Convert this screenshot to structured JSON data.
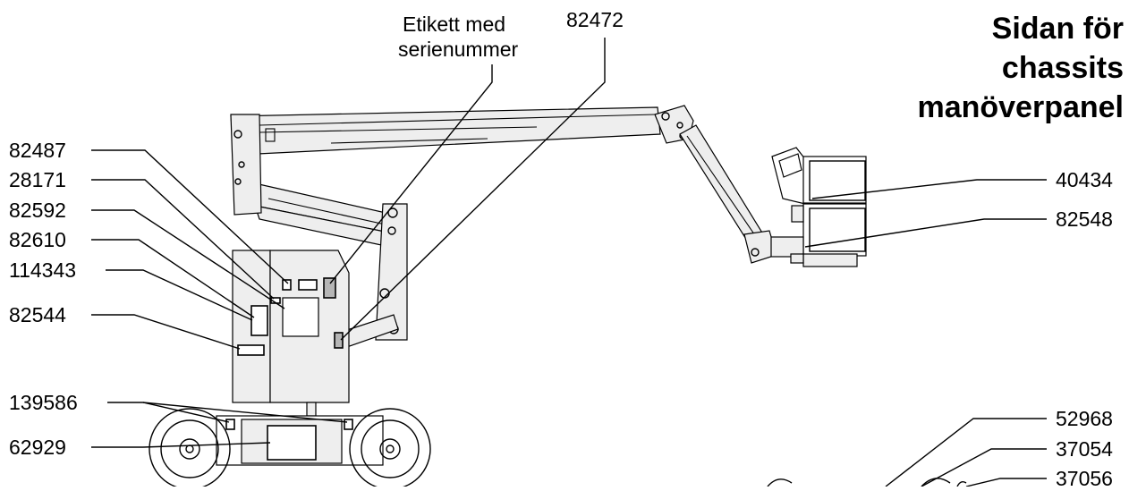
{
  "title": {
    "line1": "Sidan för",
    "line2": "chassits",
    "line3": "manöverpanel"
  },
  "callouts": {
    "serial_label_line1": "Etikett med",
    "serial_label_line2": "serienummer",
    "top_82472": "82472",
    "left_82487": "82487",
    "left_28171": "28171",
    "left_82592": "82592",
    "left_82610": "82610",
    "left_114343": "114343",
    "left_82544": "82544",
    "left_139586": "139586",
    "left_62929": "62929",
    "right_40434": "40434",
    "right_82548": "82548",
    "right_52968": "52968",
    "right_37054": "37054",
    "right_37056": "37056"
  }
}
